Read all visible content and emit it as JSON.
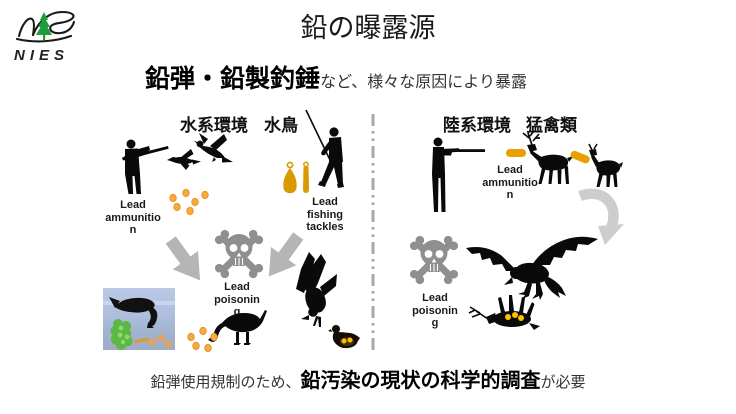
{
  "logo": {
    "text": "NIES",
    "tree_color": "#1f9d3c"
  },
  "title": "鉛の曝露源",
  "subtitle": {
    "bold": "鉛弾・鉛製釣錘",
    "rest": "など、様々な原因により暴露"
  },
  "left_panel": {
    "header_env": "水系環境",
    "header_bird": "水鳥",
    "label_ammunition": "Lead\nammunitio\nn",
    "label_fishing": "Lead\nfishing\ntackles",
    "label_poisoning": "Lead\npoisonin\ng"
  },
  "right_panel": {
    "header_env": "陸系環境",
    "header_raptor": "猛禽類",
    "label_ammunition": "Lead\nammunitio\nn",
    "label_poisoning": "Lead\npoisonin\ng"
  },
  "footer": {
    "pre": "鉛弾使用規制のため、",
    "bold": "鉛汚染の現状の科学的調査",
    "post": "が必要"
  },
  "colors": {
    "silhouette": "#0a0a0a",
    "arrow_gray": "#b5b5b5",
    "curved_arrow_gray": "#cdcdcd",
    "skull_gray": "#8f8f8f",
    "divider_gray": "#a8a8a8",
    "sinker_gold": "#d79b00",
    "pellet_orange": "#f2a23c",
    "bullet_orange": "#e8a000",
    "dot_yellow": "#ffc000",
    "tree_green": "#1f9d3c"
  }
}
